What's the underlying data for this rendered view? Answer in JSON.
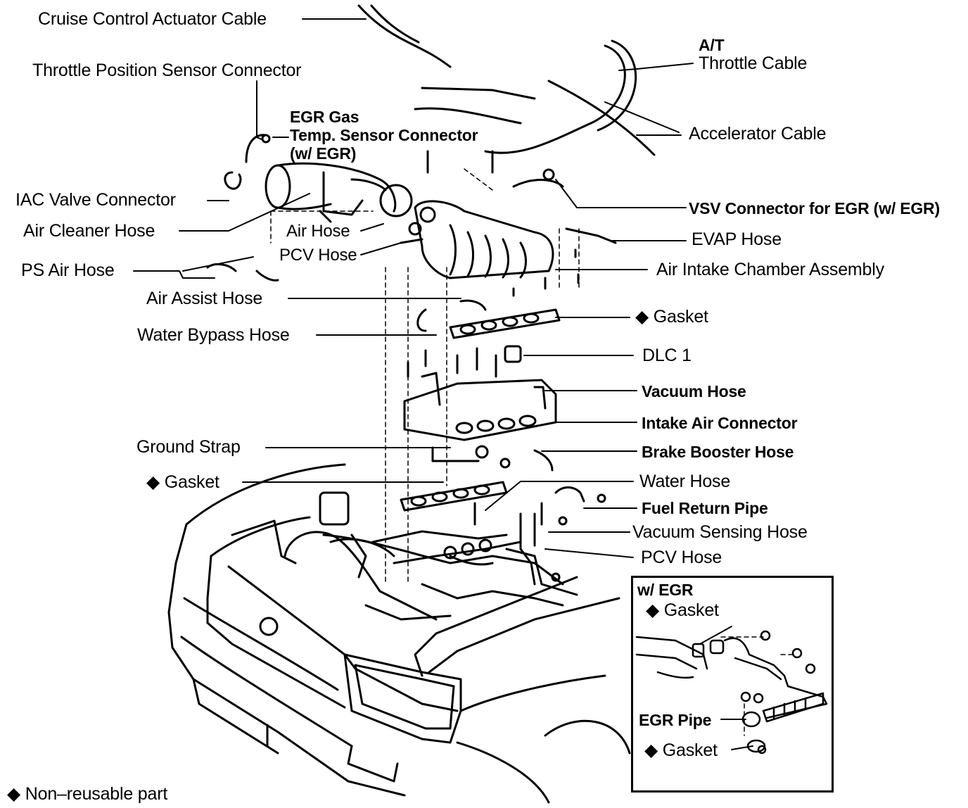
{
  "labels": {
    "cruise_cable": "Cruise Control Actuator Cable",
    "tps_connector": "Throttle Position Sensor Connector",
    "egr_gas_1": "EGR Gas",
    "egr_gas_2": "Temp. Sensor Connector",
    "egr_gas_3": "(w/  EGR)",
    "at_1": "A/T",
    "at_2": "Throttle Cable",
    "accelerator_cable": "Accelerator Cable",
    "iac_connector": "IAC Valve Connector",
    "vsv_connector": "VSV Connector for EGR (w/  EGR)",
    "air_cleaner_hose": "Air Cleaner Hose",
    "air_hose": "Air Hose",
    "evap_hose": "EVAP Hose",
    "pcv_hose_upper": "PCV Hose",
    "ps_air_hose": "PS Air Hose",
    "air_intake_chamber": "Air Intake Chamber Assembly",
    "air_assist_hose": "Air Assist Hose",
    "gasket_upper": "◆ Gasket",
    "water_bypass_hose": "Water Bypass Hose",
    "dlc1": "DLC 1",
    "vacuum_hose": "Vacuum Hose",
    "intake_air_connector": "Intake Air Connector",
    "ground_strap": "Ground Strap",
    "brake_booster_hose": "Brake Booster Hose",
    "gasket_lower": "◆ Gasket",
    "water_hose": "Water Hose",
    "fuel_return_pipe": "Fuel Return Pipe",
    "vacuum_sensing_hose": "Vacuum Sensing Hose",
    "pcv_hose_lower": "PCV Hose",
    "legend": "◆ Non–reusable part"
  },
  "inset": {
    "title": "w/  EGR",
    "gasket_top": "◆ Gasket",
    "egr_pipe": "EGR Pipe",
    "gasket_bottom": "◆ Gasket"
  }
}
